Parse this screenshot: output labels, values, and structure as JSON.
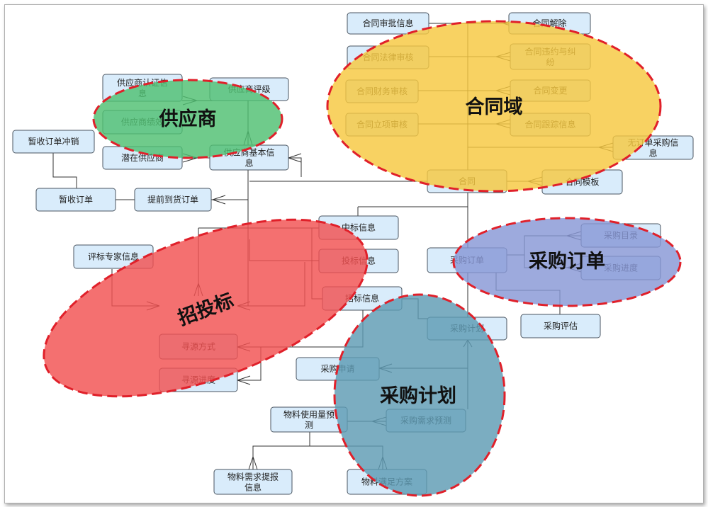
{
  "colors": {
    "box_fill": "#d9ecfb",
    "box_stroke": "#4a5560",
    "line": "#333333",
    "region_stroke": "#e0202a",
    "supplier": "#4fbf72",
    "contract": "#f7c840",
    "bidding": "#f25050",
    "purchase_order": "#8797d6",
    "purchase_plan": "#5e9bb3"
  },
  "regions": {
    "supplier": "供应商",
    "contract": "合同域",
    "bidding": "招投标",
    "purchase_order": "采购订单",
    "purchase_plan": "采购计划"
  },
  "entities": {
    "contract_approval_info": "合同审批信息",
    "contract_termination": "合同解除",
    "contract_legal_review": "合同法律审核",
    "contract_breach_dispute": [
      "合同违约与纠",
      "纷"
    ],
    "contract_finance_review": "合同财务审核",
    "contract_change": "合同变更",
    "contract_project_review": "合同立项审核",
    "contract_tracking_info": "合同跟踪信息",
    "no_contract_po_info": [
      "无订单采购信",
      "息"
    ],
    "contract": "合同",
    "contract_template": "合同模板",
    "supplier_cert_info": [
      "供应商认证信",
      "息"
    ],
    "supplier_rating": "供应商评级",
    "supplier_performance": "供应商绩效",
    "potential_supplier": "潜在供应商",
    "supplier_basic_info": [
      "供应商基本信",
      "息"
    ],
    "temp_receipt_reversal": "暂收订单冲销",
    "temp_receipt_order": "暂收订单",
    "early_arrival_order": "提前到货订单",
    "bid_award_info": "中标信息",
    "bid_expert_info": "评标专家信息",
    "bid_submission_info": "投标信息",
    "tender_info": "招标信息",
    "purchase_order": "采购订单",
    "purchase_catalog": "采购目录",
    "purchase_progress": "采购进度",
    "purchase_evaluation": "采购评估",
    "purchase_plan": "采购计划",
    "sourcing_method": "寻源方式",
    "sourcing_progress": "寻源进度",
    "purchase_request": "采购申请",
    "material_usage_forecast": [
      "物料使用量预",
      "测"
    ],
    "purchase_demand_forecast": "采购需求预测",
    "material_demand_info": [
      "物料需求提报",
      "信息"
    ],
    "material_fulfillment_plan": "物料满足方案"
  }
}
